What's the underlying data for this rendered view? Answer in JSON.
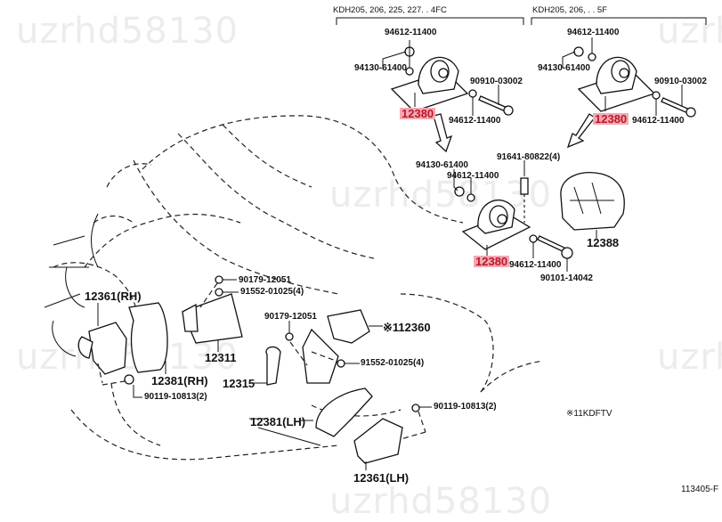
{
  "watermarks": [
    "uzrhd58130",
    "uzrh",
    "uzrhd58130",
    "uzrhd58130",
    "uzrh",
    "uzrhd58130"
  ],
  "groups": {
    "left_header": "KDH205, 206, 225, 227. . 4FC",
    "right_header": "KDH205, 206, . . 5F"
  },
  "highlight_color": "#f2aab3",
  "labels": {
    "g1_nut": "94612-11400",
    "g1_bolt_nut": "94130-61400",
    "g1_bolt": "90910-03002",
    "g1_washer": "94612-11400",
    "g1_mount": "12380",
    "g2_nut": "94612-11400",
    "g2_bolt_nut": "94130-61400",
    "g2_bolt": "90910-03002",
    "g2_washer": "94612-11400",
    "g2_mount": "12380",
    "c_nut": "94130-61400",
    "c_washer_top": "94612-11400",
    "c_bolt4": "91641-80822(4)",
    "c_mount": "12380",
    "c_washer": "94612-11400",
    "c_bolt": "90101-14042",
    "c_member": "12388",
    "rh_mount": "12361(RH)",
    "rh_cover": "12381(RH)",
    "rh_bolt": "90119-10813(2)",
    "bracket": "12311",
    "bracket_nut": "90179-12051",
    "bracket_bolt": "91552-01025(4)",
    "mid_nut": "90179-12051",
    "mid_bolt": "91552-01025(4)",
    "rod": "12315",
    "insulator": "※112360",
    "lh_cover": "12381(LH)",
    "lh_bolt": "90119-10813(2)",
    "lh_mount": "12361(LH)",
    "footnote": "※11KDFTV",
    "figure_id": "113405-F"
  }
}
